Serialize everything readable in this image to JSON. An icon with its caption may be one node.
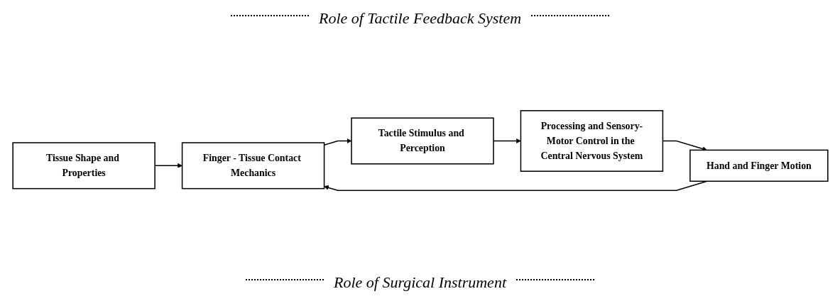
{
  "diagram": {
    "nodes": [
      {
        "text": [
          "Tissue Shape and Properties"
        ]
      },
      {
        "text": [
          "Hand and Finger Motion"
        ]
      },
      {
        "text": [
          "Finger - Tissue Contact Mechanics"
        ]
      },
      {
        "text": [
          "Tactile Stimulus and Perception"
        ]
      },
      {
        "text": [
          "Processing and Sensory-Motor Control in the Central Nervous System"
        ]
      }
    ],
    "edges": [
      {
        "from": 0,
        "to": 2,
        "arrow": "to"
      },
      {
        "from": 1,
        "to": 2,
        "arrow": "to"
      },
      {
        "from": 2,
        "to": 3,
        "arrow": "to"
      },
      {
        "from": 3,
        "to": 4,
        "arrow": "to"
      },
      {
        "from": 4,
        "to": 1,
        "arrow": "to"
      }
    ],
    "labels": [
      "Role of Tactile Feedback System",
      "Role of Surgical Instrument"
    ]
  }
}
